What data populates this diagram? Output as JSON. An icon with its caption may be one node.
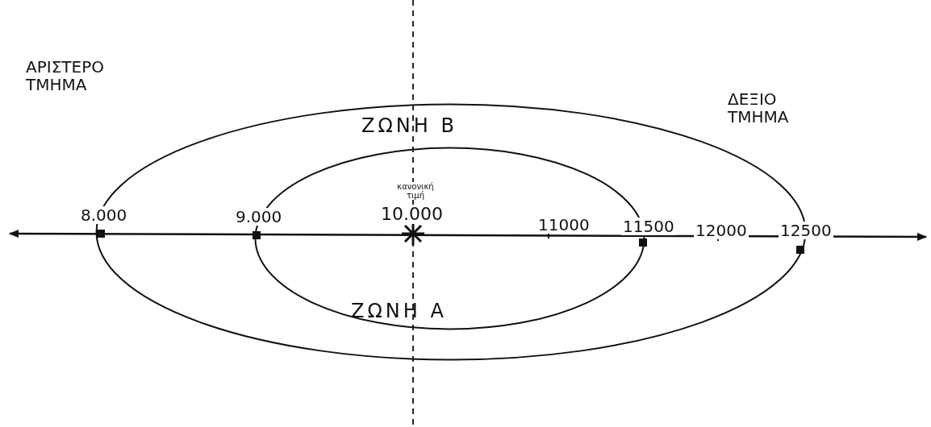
{
  "diagram": {
    "nodes": [
      {
        "text": [
          "ΖΩΝΗ Β"
        ]
      },
      {
        "text": [
          "ΖΩΝΗ Α"
        ],
        "in": 0
      }
    ],
    "labels": [
      "ΑΡΙΣΤΕΡΟ ΤΜΗΜΑ",
      "ΔΕΞΙΟ ΤΜΗΜΑ",
      "κανονική τιμή",
      "8.000",
      "9.000",
      "10.000",
      "11000",
      "11500",
      "12000",
      "12500"
    ]
  }
}
